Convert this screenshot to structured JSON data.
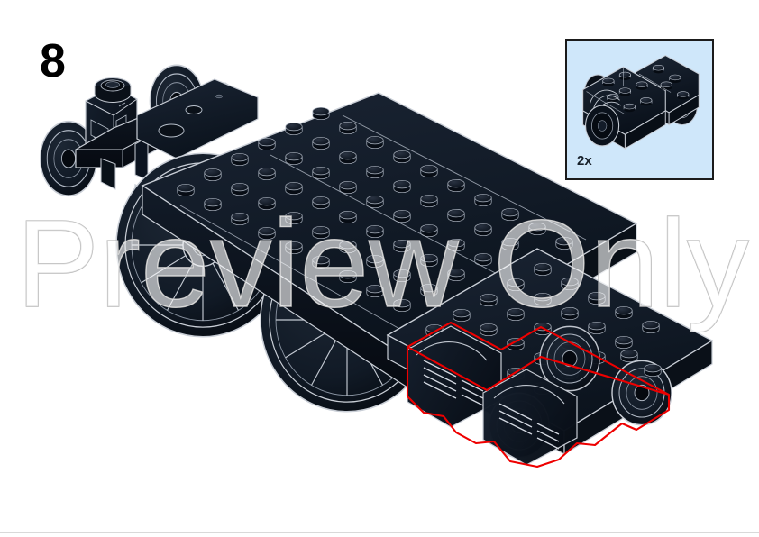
{
  "page": {
    "step_number": "8",
    "watermark_text": "Preview Only",
    "background_color": "#ffffff",
    "footer_rule_color": "#d9d9d9"
  },
  "callout": {
    "quantity_label": "2x",
    "background_color": "#cfe7fa",
    "border_color": "#1b1b1b",
    "part_name": "train-wheel-holder-brick",
    "part_color": "#0d1620"
  },
  "model": {
    "name": "steam-locomotive-chassis",
    "body_color": "#0d1620",
    "edge_color": "#c9ced6",
    "highlight_color": "#ee0000",
    "stud_color": "#11192a",
    "shadow_color": "#1c2430",
    "highlight_description": "newly-added-wheel-holder-assembly",
    "wheels": {
      "driver_count": 3,
      "small_front_count": 2,
      "small_rear_count": 4
    }
  }
}
